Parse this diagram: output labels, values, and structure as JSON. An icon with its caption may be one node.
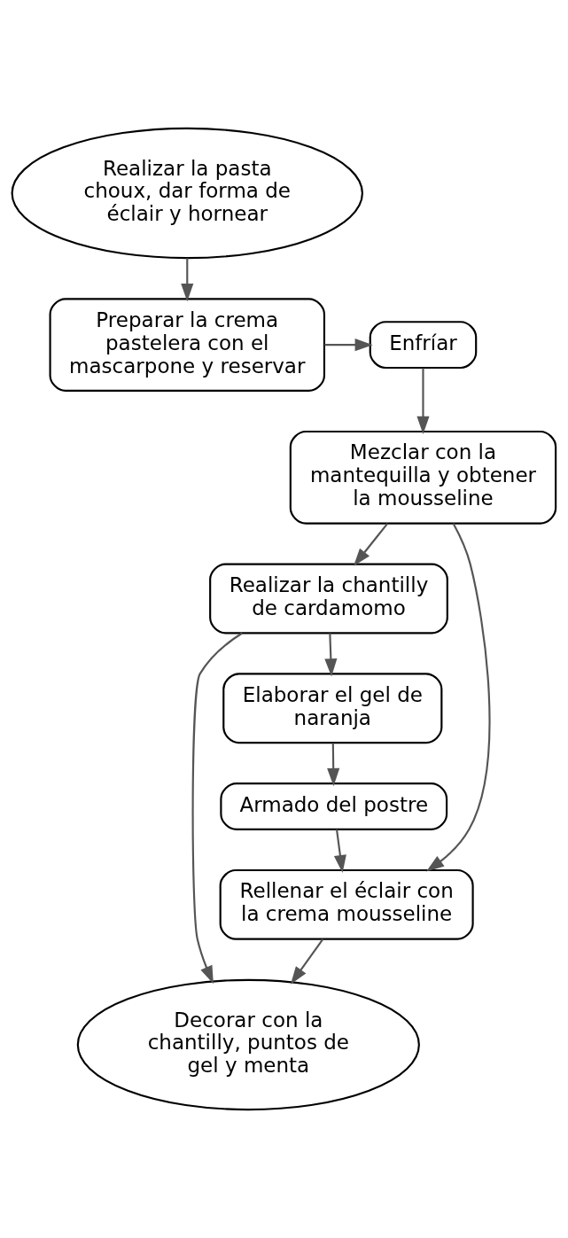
{
  "diagram": {
    "nodes": [
      {
        "text": [
          "Realizar la pasta choux, dar forma de éclair y hornear"
        ]
      },
      {
        "text": [
          "Preparar la crema pastelera con el mascarpone y reservar"
        ]
      },
      {
        "text": [
          "Enfríar"
        ]
      },
      {
        "text": [
          "Mezclar con la mantequilla y obtener la mousseline"
        ]
      },
      {
        "text": [
          "Realizar la chantilly de cardamomo"
        ]
      },
      {
        "text": [
          "Elaborar el gel de naranja"
        ]
      },
      {
        "text": [
          "Armado del postre"
        ]
      },
      {
        "text": [
          "Rellenar el éclair con la crema mousseline"
        ]
      },
      {
        "text": [
          "Decorar con la chantilly, puntos de gel y menta"
        ]
      }
    ],
    "edges": [
      {
        "from": 0,
        "to": 1,
        "arrow": "to"
      },
      {
        "from": 1,
        "to": 2,
        "arrow": "to"
      },
      {
        "from": 2,
        "to": 3,
        "arrow": "to"
      },
      {
        "from": 3,
        "to": 4,
        "arrow": "to"
      },
      {
        "from": 3,
        "to": 7,
        "arrow": "to"
      },
      {
        "from": 4,
        "to": 5,
        "arrow": "to"
      },
      {
        "from": 4,
        "to": 8,
        "arrow": "to"
      },
      {
        "from": 5,
        "to": 6,
        "arrow": "to"
      },
      {
        "from": 6,
        "to": 7,
        "arrow": "to"
      },
      {
        "from": 7,
        "to": 8,
        "arrow": "to"
      }
    ]
  }
}
